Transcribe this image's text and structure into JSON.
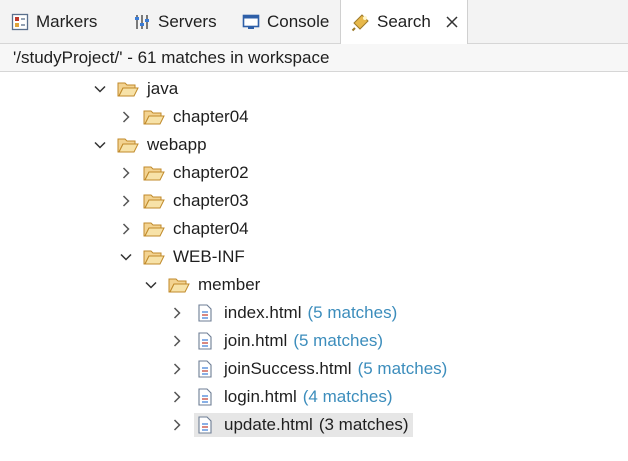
{
  "tabs": [
    {
      "label": "Markers"
    },
    {
      "label": "Servers"
    },
    {
      "label": "Console"
    },
    {
      "label": "Search"
    }
  ],
  "status": "'/studyProject/' - 61 matches in workspace",
  "colors": {
    "match_count": "#3c8dbc",
    "folder": "#e0a43a",
    "selection": "#e6e6e6"
  },
  "tree": [
    {
      "label": "java",
      "expanded": true,
      "kind": "folder"
    },
    {
      "label": "chapter04",
      "expanded": false,
      "kind": "folder"
    },
    {
      "label": "webapp",
      "expanded": true,
      "kind": "folder"
    },
    {
      "label": "chapter02",
      "expanded": false,
      "kind": "folder"
    },
    {
      "label": "chapter03",
      "expanded": false,
      "kind": "folder"
    },
    {
      "label": "chapter04",
      "expanded": false,
      "kind": "folder"
    },
    {
      "label": "WEB-INF",
      "expanded": true,
      "kind": "folder"
    },
    {
      "label": "member",
      "expanded": true,
      "kind": "folder"
    },
    {
      "label": "index.html",
      "count": "(5 matches)",
      "kind": "file"
    },
    {
      "label": "join.html",
      "count": "(5 matches)",
      "kind": "file"
    },
    {
      "label": "joinSuccess.html",
      "count": "(5 matches)",
      "kind": "file"
    },
    {
      "label": "login.html",
      "count": "(4 matches)",
      "kind": "file"
    },
    {
      "label": "update.html",
      "count": "(3 matches)",
      "kind": "file",
      "selected": true
    }
  ]
}
